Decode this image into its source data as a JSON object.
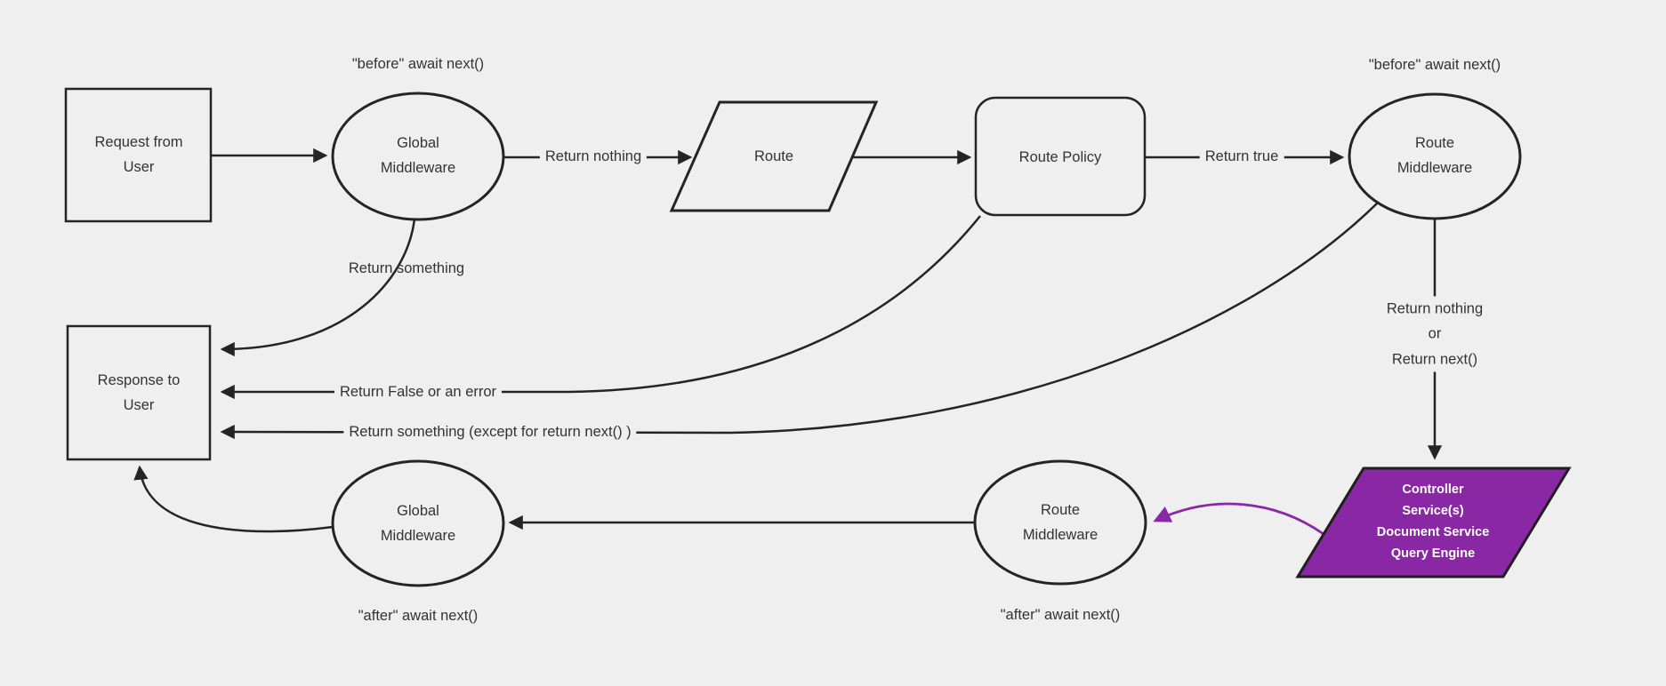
{
  "diagram": {
    "type": "flowchart",
    "background": "#efefef",
    "stroke_color": "#242424",
    "text_color": "#333333",
    "accent_purple": "#8a27a5",
    "nodes": {
      "request": {
        "shape": "rect",
        "label": "Request from\nUser"
      },
      "global_middleware_top": {
        "shape": "ellipse",
        "label": "Global\nMiddleware"
      },
      "route": {
        "shape": "parallelogram",
        "label": "Route"
      },
      "route_policy": {
        "shape": "rounded-rect",
        "label": "Route Policy"
      },
      "route_middleware_top": {
        "shape": "ellipse",
        "label": "Route\nMiddleware"
      },
      "response": {
        "shape": "rect",
        "label": "Response to\nUser"
      },
      "controller": {
        "shape": "parallelogram",
        "fill": "#8a27a5",
        "text_color": "#ffffff",
        "label": "Controller\nService(s)\nDocument Service\nQuery Engine"
      },
      "route_middleware_bottom": {
        "shape": "ellipse",
        "label": "Route\nMiddleware"
      },
      "global_middleware_bottom": {
        "shape": "ellipse",
        "label": "Global\nMiddleware"
      }
    },
    "edge_labels": {
      "before_await_left": "\"before\" await next()",
      "before_await_right": "\"before\" await next()",
      "return_nothing": "Return nothing",
      "return_true": "Return true",
      "return_something": "Return something",
      "return_false_or_error": "Return False or an error",
      "return_something_except": "Return something (except for return next() )",
      "return_nothing_or_next": "Return nothing\nor\nReturn next()",
      "after_await_left": "\"after\" await next()",
      "after_await_right": "\"after\" await next()"
    },
    "edges": [
      {
        "from": "request",
        "to": "global_middleware_top",
        "label": ""
      },
      {
        "from": "global_middleware_top",
        "to": "route",
        "label": "Return nothing"
      },
      {
        "from": "route",
        "to": "route_policy",
        "label": ""
      },
      {
        "from": "route_policy",
        "to": "route_middleware_top",
        "label": "Return true"
      },
      {
        "from": "global_middleware_top",
        "to": "response",
        "label": "Return something"
      },
      {
        "from": "route_policy",
        "to": "response",
        "label": "Return False or an error"
      },
      {
        "from": "route_middleware_top",
        "to": "response",
        "label": "Return something (except for return next() )"
      },
      {
        "from": "route_middleware_top",
        "to": "controller",
        "label": "Return nothing or Return next()"
      },
      {
        "from": "controller",
        "to": "route_middleware_bottom",
        "label": "",
        "color": "#8a27a5"
      },
      {
        "from": "route_middleware_bottom",
        "to": "global_middleware_bottom",
        "label": ""
      },
      {
        "from": "global_middleware_bottom",
        "to": "response",
        "label": ""
      }
    ]
  }
}
